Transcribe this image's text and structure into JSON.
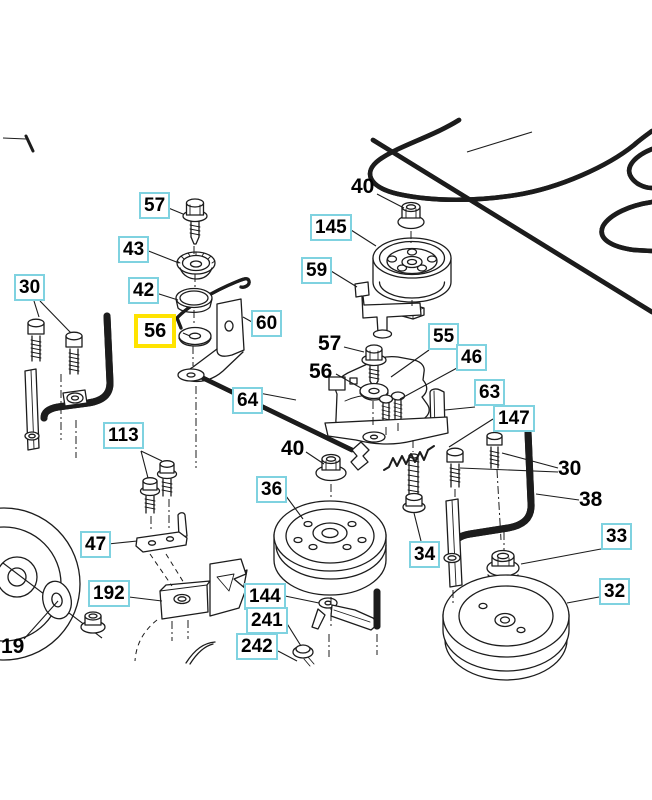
{
  "page": {
    "background_color": "#ffffff"
  },
  "diagram": {
    "kind": "exploded-parts-diagram",
    "subject": "Mower deck drive / idler assembly exploded view",
    "selected_part_label": "56",
    "colors": {
      "callout_border": "#7fd2e0",
      "callout_highlight": "#ffe300",
      "callout_background": "#ffffff",
      "line_art": "#1c1c1c",
      "text": "#000000"
    },
    "callouts": [
      {
        "label": "57",
        "boxed": true,
        "highlighted": false
      },
      {
        "label": "43",
        "boxed": true,
        "highlighted": false
      },
      {
        "label": "42",
        "boxed": true,
        "highlighted": false
      },
      {
        "label": "56",
        "boxed": true,
        "highlighted": true
      },
      {
        "label": "60",
        "boxed": true,
        "highlighted": false
      },
      {
        "label": "30",
        "boxed": true,
        "highlighted": false
      },
      {
        "label": "113",
        "boxed": true,
        "highlighted": false
      },
      {
        "label": "47",
        "boxed": true,
        "highlighted": false
      },
      {
        "label": "192",
        "boxed": true,
        "highlighted": false
      },
      {
        "label": "19",
        "boxed": false,
        "highlighted": false
      },
      {
        "label": "40",
        "boxed": false,
        "highlighted": false
      },
      {
        "label": "145",
        "boxed": true,
        "highlighted": false
      },
      {
        "label": "59",
        "boxed": true,
        "highlighted": false
      },
      {
        "label": "57",
        "boxed": false,
        "highlighted": false
      },
      {
        "label": "56",
        "boxed": false,
        "highlighted": false
      },
      {
        "label": "55",
        "boxed": true,
        "highlighted": false
      },
      {
        "label": "46",
        "boxed": true,
        "highlighted": false
      },
      {
        "label": "63",
        "boxed": true,
        "highlighted": false
      },
      {
        "label": "147",
        "boxed": true,
        "highlighted": false
      },
      {
        "label": "40",
        "boxed": false,
        "highlighted": false
      },
      {
        "label": "36",
        "boxed": true,
        "highlighted": false
      },
      {
        "label": "64",
        "boxed": true,
        "highlighted": false
      },
      {
        "label": "34",
        "boxed": true,
        "highlighted": false
      },
      {
        "label": "30",
        "boxed": false,
        "highlighted": false
      },
      {
        "label": "38",
        "boxed": false,
        "highlighted": false
      },
      {
        "label": "33",
        "boxed": true,
        "highlighted": false
      },
      {
        "label": "32",
        "boxed": true,
        "highlighted": false
      },
      {
        "label": "144",
        "boxed": true,
        "highlighted": false
      },
      {
        "label": "241",
        "boxed": true,
        "highlighted": false
      },
      {
        "label": "242",
        "boxed": true,
        "highlighted": false
      }
    ]
  }
}
